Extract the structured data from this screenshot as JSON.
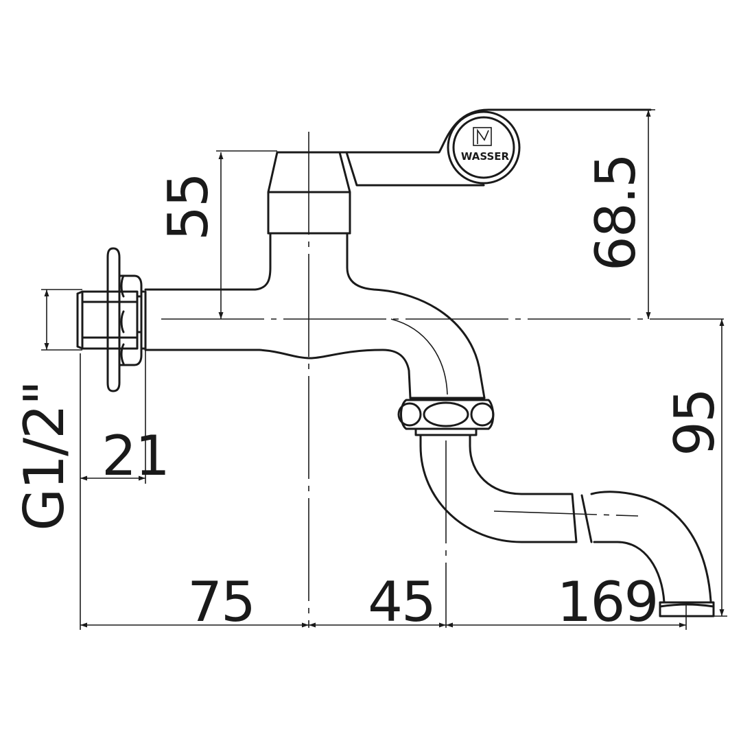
{
  "diagram": {
    "logo": {
      "text": "WASSER",
      "icon": "wasser-logo-icon"
    },
    "dimensions": {
      "handle_height": "55",
      "total_height": "68.5",
      "thread": "G1/2\"",
      "thread_length": "21",
      "spout_drop": "95",
      "body_length": "75",
      "joint_offset": "45",
      "spout_reach": "169"
    },
    "colors": {
      "line": "#1a1a1a",
      "background": "#ffffff"
    }
  }
}
